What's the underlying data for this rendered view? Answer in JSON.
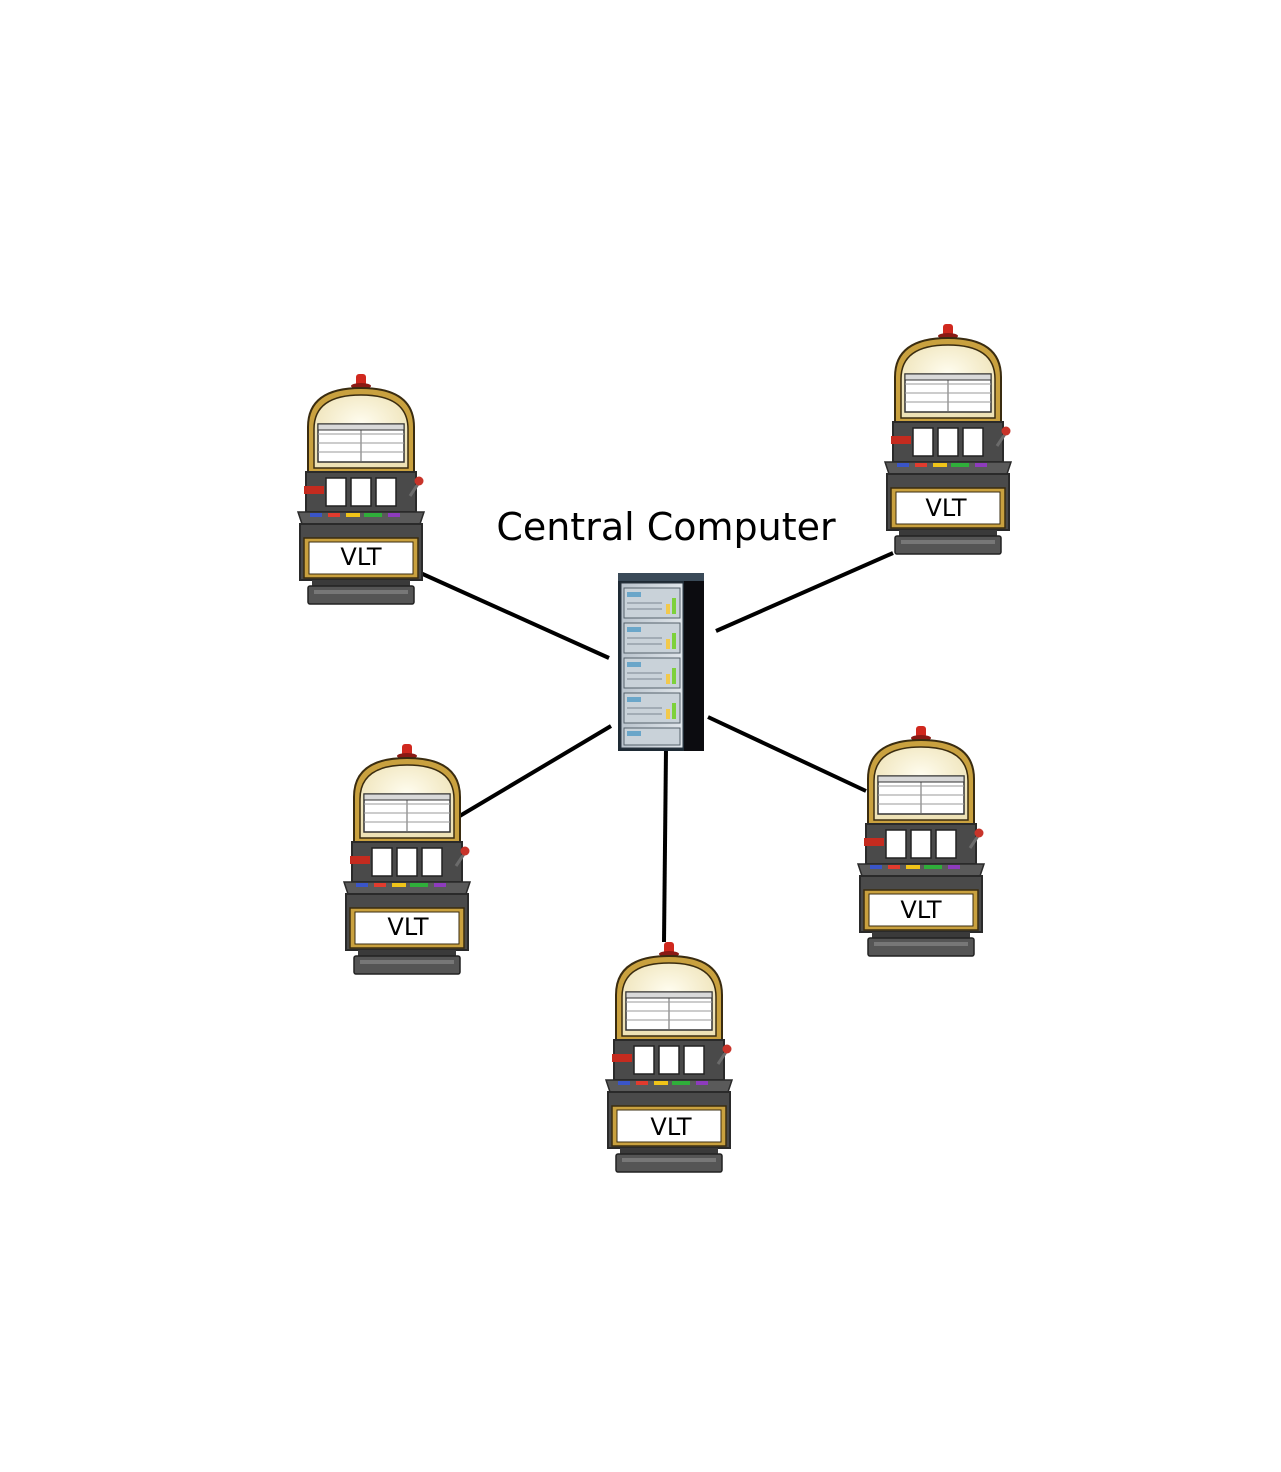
{
  "diagram": {
    "title": "Central Computer",
    "server_icon": "server-rack-icon",
    "terminal_icon": "slot-machine-icon",
    "terminals": [
      {
        "label": "VLT"
      },
      {
        "label": "VLT"
      },
      {
        "label": "VLT"
      },
      {
        "label": "VLT"
      },
      {
        "label": "VLT"
      }
    ],
    "colors": {
      "line": "#000000",
      "cabinet_dark": "#4a4a4a",
      "gold_trim": "#b8902a",
      "cream": "#f6efd4",
      "beacon": "#d0281e"
    }
  }
}
